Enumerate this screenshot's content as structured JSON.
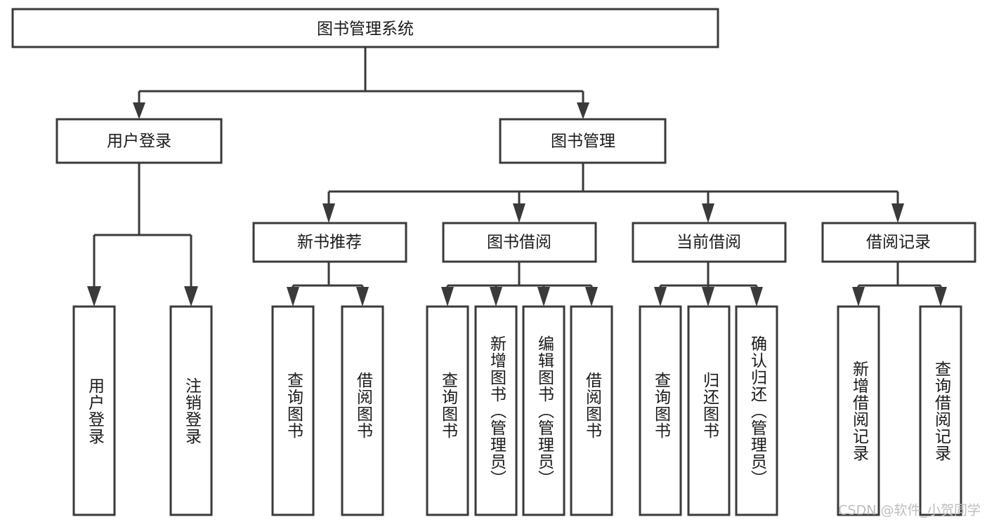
{
  "diagram": {
    "title": "图书管理系统",
    "type": "tree-hierarchy-chart",
    "root": {
      "id": "root",
      "label": "图书管理系统"
    },
    "level2": [
      {
        "id": "user-login",
        "label": "用户登录"
      },
      {
        "id": "book-management",
        "label": "图书管理"
      }
    ],
    "level3": [
      {
        "id": "new-book-recommend",
        "label": "新书推荐",
        "parent": "book-management"
      },
      {
        "id": "book-borrow",
        "label": "图书借阅",
        "parent": "book-management"
      },
      {
        "id": "current-borrow",
        "label": "当前借阅",
        "parent": "book-management"
      },
      {
        "id": "borrow-record",
        "label": "借阅记录",
        "parent": "book-management"
      }
    ],
    "leaves": {
      "user-login": [
        {
          "id": "leaf-user-login",
          "label": "用户登录"
        },
        {
          "id": "leaf-user-logout",
          "label": "注销登录"
        }
      ],
      "new-book-recommend": [
        {
          "id": "leaf-query-book-1",
          "label": "查询图书"
        },
        {
          "id": "leaf-borrow-book-1",
          "label": "借阅图书"
        }
      ],
      "book-borrow": [
        {
          "id": "leaf-query-book-2",
          "label": "查询图书"
        },
        {
          "id": "leaf-add-book",
          "label": "新增图书（管理员）"
        },
        {
          "id": "leaf-edit-book",
          "label": "编辑图书（管理员）"
        },
        {
          "id": "leaf-borrow-book-2",
          "label": "借阅图书"
        }
      ],
      "current-borrow": [
        {
          "id": "leaf-query-book-3",
          "label": "查询图书"
        },
        {
          "id": "leaf-return-book",
          "label": "归还图书"
        },
        {
          "id": "leaf-confirm-return",
          "label": "确认归还（管理员）"
        }
      ],
      "borrow-record": [
        {
          "id": "leaf-add-record",
          "label": "新增借阅记录"
        },
        {
          "id": "leaf-query-record",
          "label": "查询借阅记录"
        }
      ]
    }
  },
  "watermark": {
    "label": "CSDN @软件_小贺同学"
  },
  "colors": {
    "stroke": "#3a3a3a",
    "fill": "#ffffff",
    "text": "#1a1a1a",
    "watermark": "#bdbdbd"
  }
}
